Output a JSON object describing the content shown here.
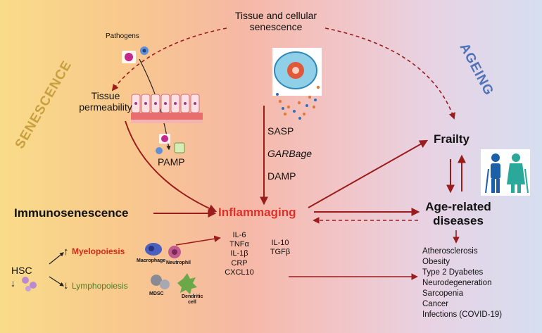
{
  "side_labels": {
    "left": "SENESCENCE",
    "right": "AGEING"
  },
  "nodes": {
    "tissue_cellular": "Tissue and cellular senescence",
    "pathogens": "Pathogens",
    "tissue_permeability": "Tissue permeability",
    "pamp": "PAMP",
    "sasp": "SASP",
    "garbage": "GARBage",
    "damp": "DAMP",
    "frailty": "Frailty",
    "immunosenescence": "Immunosenescence",
    "inflammaging": "Inflammaging",
    "age_related": "Age-related diseases",
    "hsc": "HSC",
    "myelopoiesis": "Myelopoiesis",
    "lymphopoiesis": "Lymphopoiesis",
    "up_arrow": "↑",
    "down_arrow": "↓"
  },
  "cells": {
    "macrophage": "Macrophage",
    "neutrophil": "Neutrophil",
    "mdsc": "MDSC",
    "dendritic": "Dendritic cell"
  },
  "cytokines_pro": [
    "IL-6",
    "TNFα",
    "IL-1β",
    "CRP",
    "CXCL10"
  ],
  "cytokines_anti": [
    "IL-10",
    "TGFβ"
  ],
  "diseases": [
    "Atherosclerosis",
    "Obesity",
    "Type 2 Dyabetes",
    "Neurodegeneration",
    "Sarcopenia",
    "Cancer",
    "Infections (COVID-19)"
  ],
  "colors": {
    "arrow": "#9b1c1c",
    "inflammaging": "#e0302a",
    "senescence_label": "#c9a040",
    "ageing_label": "#4e72b8",
    "myelo": "#d62a1a",
    "lympho": "#4f7d2a"
  }
}
